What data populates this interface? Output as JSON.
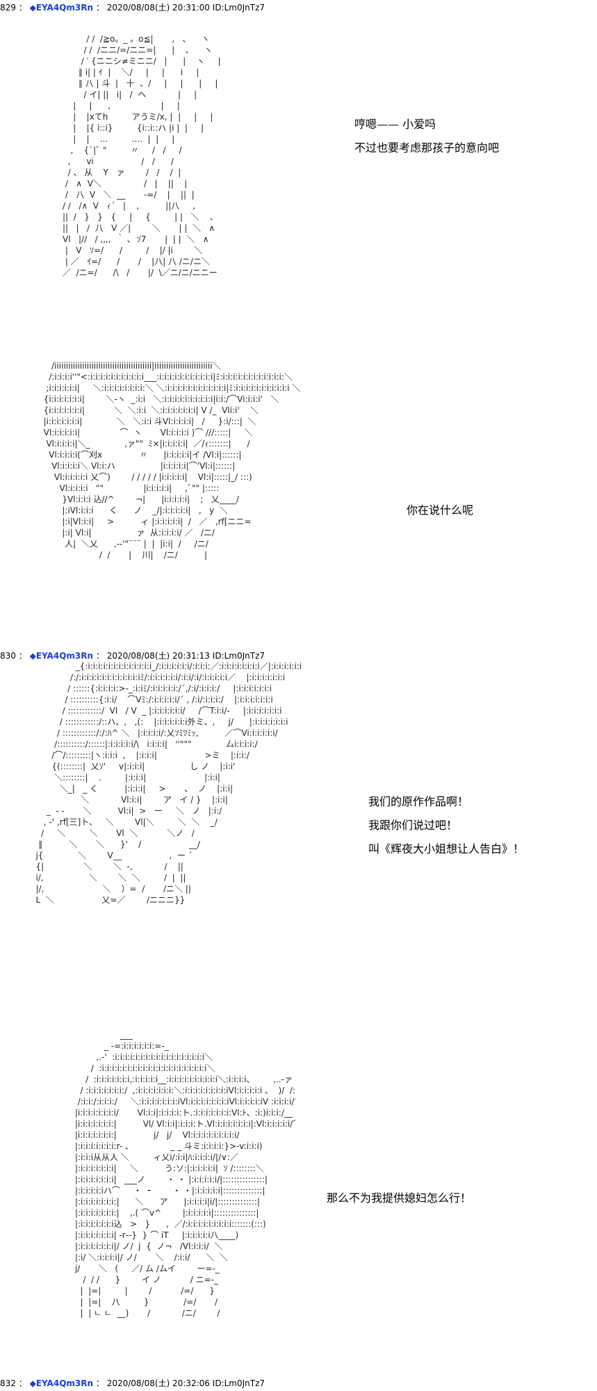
{
  "posts": [
    {
      "number": "829",
      "name": "EYA4Qm3Rn",
      "date": "2020/08/08(土) 20:31:00",
      "id": "ID:Lm0JnTz7"
    },
    {
      "number": "830",
      "name": "EYA4Qm3Rn",
      "date": "2020/08/08(土) 20:31:13",
      "id": "ID:Lm0JnTz7"
    },
    {
      "number": "832",
      "name": "EYA4Qm3Rn",
      "date": "2020/08/08(土) 20:32:06",
      "id": "ID:Lm0JnTz7"
    }
  ],
  "separator": "：",
  "diamond": "◆",
  "dialogue": {
    "panel1": [
      "哼嗯—— 小爱吗",
      "不过也要考虑那孩子的意向吧"
    ],
    "panel2": [
      "你在说什么呢"
    ],
    "panel3": [
      "我们的原作作品啊！",
      "我跟你们说过吧！",
      "叫《辉夜大小姐想让人告白》！"
    ],
    "panel4": [
      "那么不为我提供媳妇怎么行！"
    ]
  }
}
